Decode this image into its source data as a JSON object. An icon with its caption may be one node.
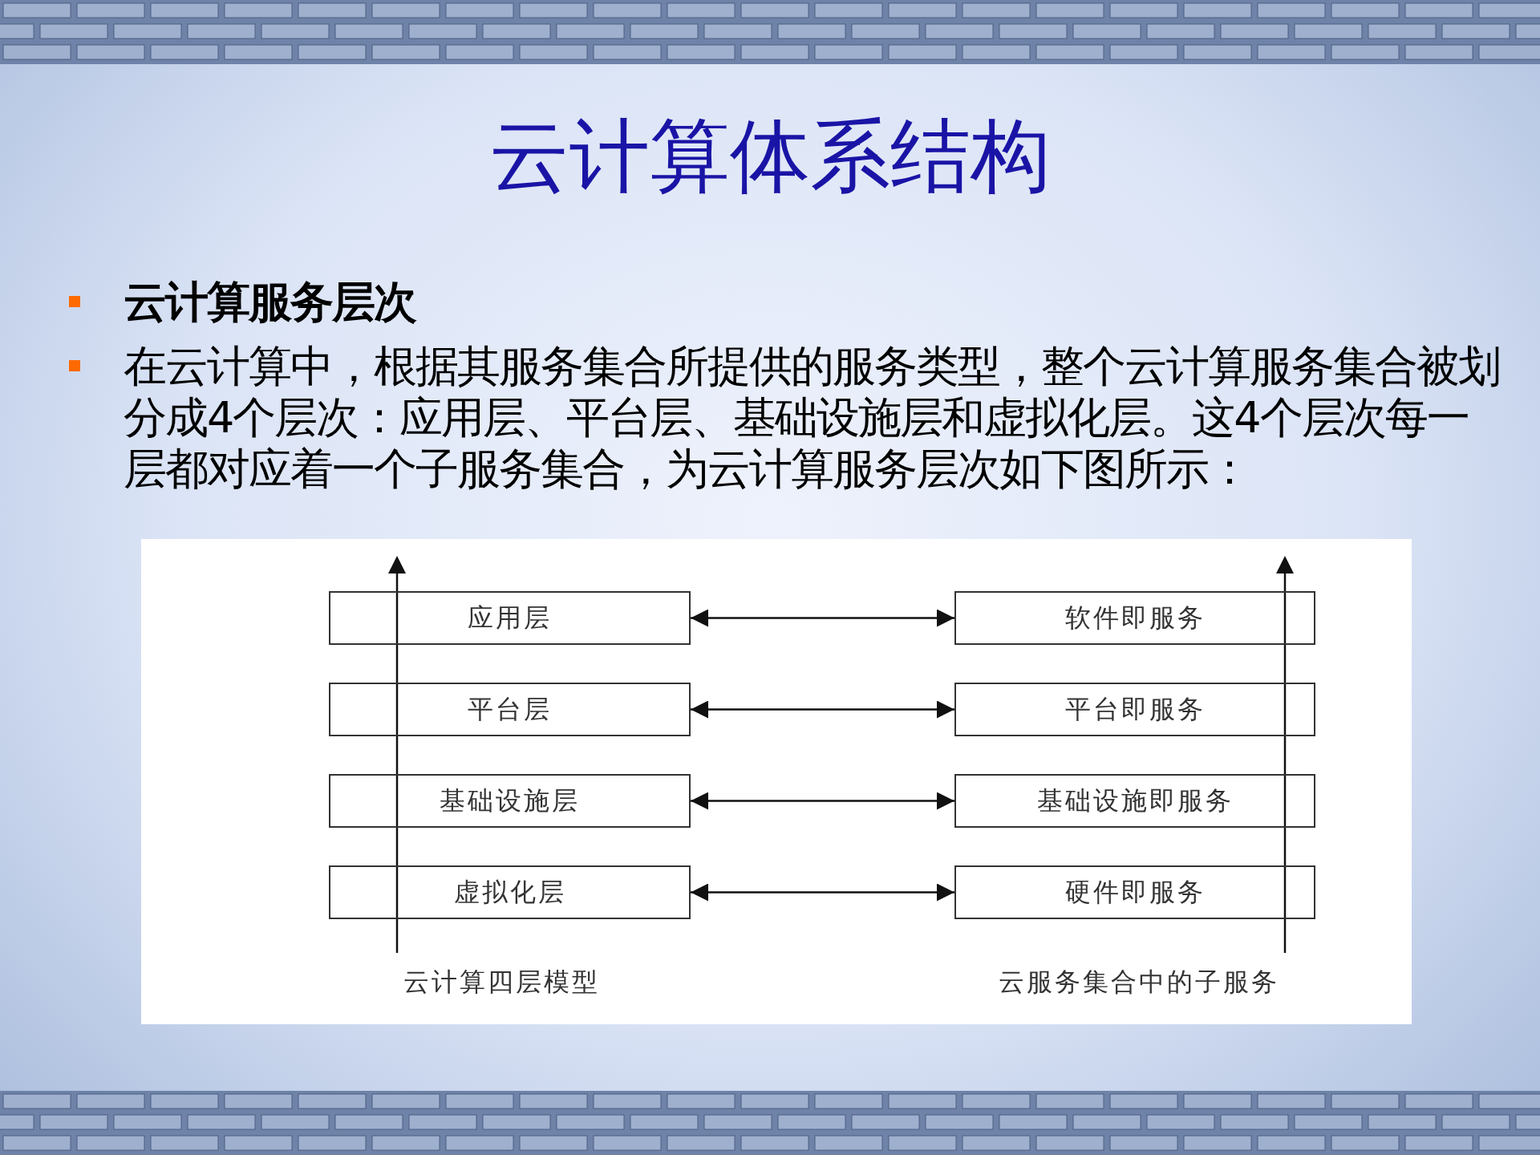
{
  "diagram": {
    "title": "云计算体系结构",
    "nodes": [
      {
        "text": [
          "应用层"
        ]
      },
      {
        "text": [
          "平台层"
        ]
      },
      {
        "text": [
          "基础设施层"
        ]
      },
      {
        "text": [
          "虚拟化层"
        ]
      },
      {
        "text": [
          "软件即服务"
        ]
      },
      {
        "text": [
          "平台即服务"
        ]
      },
      {
        "text": [
          "基础设施即服务"
        ]
      },
      {
        "text": [
          "硬件即服务"
        ]
      }
    ],
    "edges": [
      {
        "from": 0,
        "to": 4,
        "arrow": "both"
      },
      {
        "from": 1,
        "to": 5,
        "arrow": "both"
      },
      {
        "from": 2,
        "to": 6,
        "arrow": "both"
      },
      {
        "from": 3,
        "to": 7,
        "arrow": "both"
      }
    ],
    "labels": [
      "云计算服务层次",
      "在云计算中，根据其服务集合所提供的服务类型，整个云计算服务集合被划分成4个层次：应用层、平台层、基础设施层和虚拟化层。这4个层次每一层都对应着一个子服务集合，为云计算服务层次如下图所示：",
      "云计算四层模型",
      "云服务集合中的子服务"
    ]
  }
}
